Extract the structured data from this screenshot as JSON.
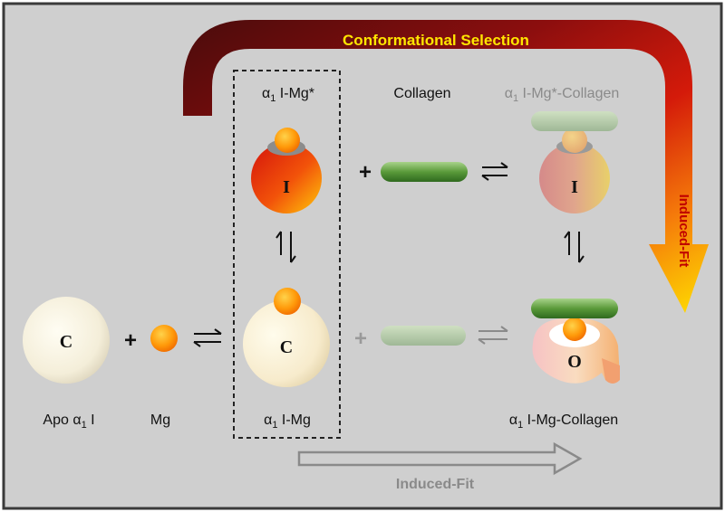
{
  "titles": {
    "conformational_selection": "Conformational Selection",
    "induced_fit_vertical": "Induced-Fit",
    "induced_fit_bottom": "Induced-Fit"
  },
  "labels": {
    "top_center": {
      "greek": "α",
      "sub": "1",
      "rest": " I-Mg*"
    },
    "collagen": "Collagen",
    "top_right": {
      "greek": "α",
      "sub": "1",
      "rest": " I-Mg*-Collagen"
    },
    "apo": {
      "pre": "Apo ",
      "greek": "α",
      "sub": "1",
      "rest": " I"
    },
    "mg": "Mg",
    "bottom_center": {
      "greek": "α",
      "sub": "1",
      "rest": " I-Mg"
    },
    "bottom_right": {
      "greek": "α",
      "sub": "1",
      "rest": " I-Mg-Collagen"
    }
  },
  "symbols": {
    "plus": "+",
    "state_c": "C",
    "state_i": "I",
    "state_o": "O"
  },
  "colors": {
    "background": "#cfcfcf",
    "border": "#3a3a3a",
    "title_text": "#ffe600",
    "induced_fit_text": "#c00000",
    "faded_text": "#8a8a8a",
    "collagen_green": "#4a8a2e"
  }
}
